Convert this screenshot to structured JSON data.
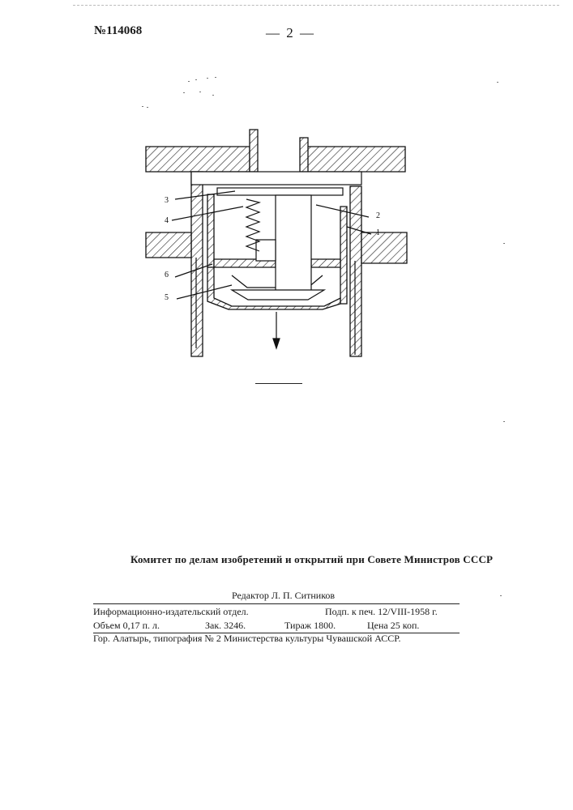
{
  "header": {
    "patent_number": "№114068",
    "page_number": "— 2 —"
  },
  "figure": {
    "labels": [
      "3",
      "4",
      "6",
      "5",
      "2",
      "1"
    ]
  },
  "footer": {
    "committee": "Комитет по делам изобретений и открытий при Совете Министров СССР",
    "editor": "Редактор Л. П. Ситников",
    "imprint": {
      "department": "Информационно-издательский отдел.",
      "signed": "Подп. к печ. 12/VIII-1958 г.",
      "volume": "Объем 0,17 п. л.",
      "order": "Зак. 3246.",
      "circulation": "Тираж 1800.",
      "price": "Цена 25 коп."
    },
    "printing_house": "Гор. Алатырь, типография № 2 Министерства культуры Чувашской АССР."
  }
}
